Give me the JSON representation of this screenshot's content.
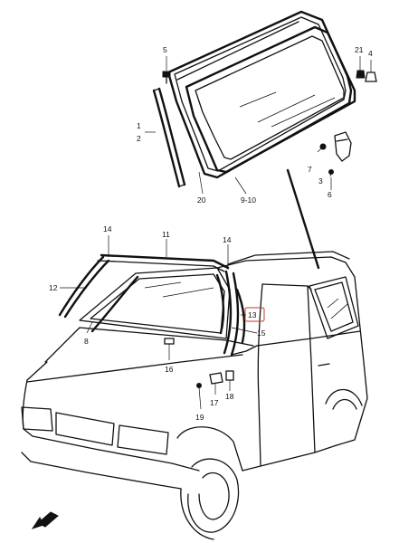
{
  "labels": {
    "l1": "1",
    "l2": "2",
    "l3": "3",
    "l4": "4",
    "l5": "5",
    "l6": "6",
    "l7": "7",
    "l8": "8",
    "l9_10": "9-10",
    "l11": "11",
    "l12": "12",
    "l13": "13",
    "l14a": "14",
    "l14b": "14",
    "l15": "15",
    "l16": "16",
    "l17": "17",
    "l18": "18",
    "l19": "19",
    "l20": "20",
    "l21": "21"
  },
  "highlight": {
    "color": "#c0392b",
    "part": "13"
  }
}
